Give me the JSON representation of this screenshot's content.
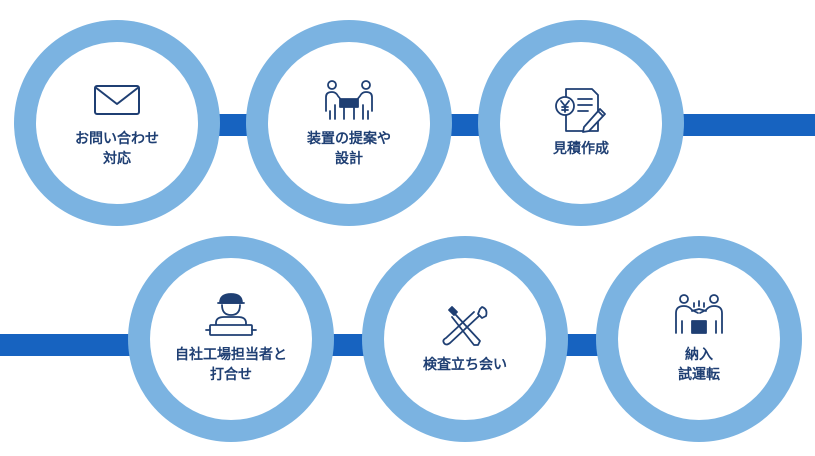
{
  "colors": {
    "ring": "#7bb3e1",
    "connector": "#1763c0",
    "text": "#1f3f73",
    "icon": "#1f3f73"
  },
  "steps": [
    {
      "label": "お問い合わせ\n対応",
      "icon": "envelope-icon"
    },
    {
      "label": "装置の提案や\n設計",
      "icon": "meeting-icon"
    },
    {
      "label": "見積作成",
      "icon": "estimate-document-icon"
    },
    {
      "label": "自社工場担当者と\n打合せ",
      "icon": "factory-worker-icon"
    },
    {
      "label": "検査立ち会い",
      "icon": "wrench-screwdriver-icon"
    },
    {
      "label": "納入\n試運転",
      "icon": "handshake-icon"
    }
  ]
}
